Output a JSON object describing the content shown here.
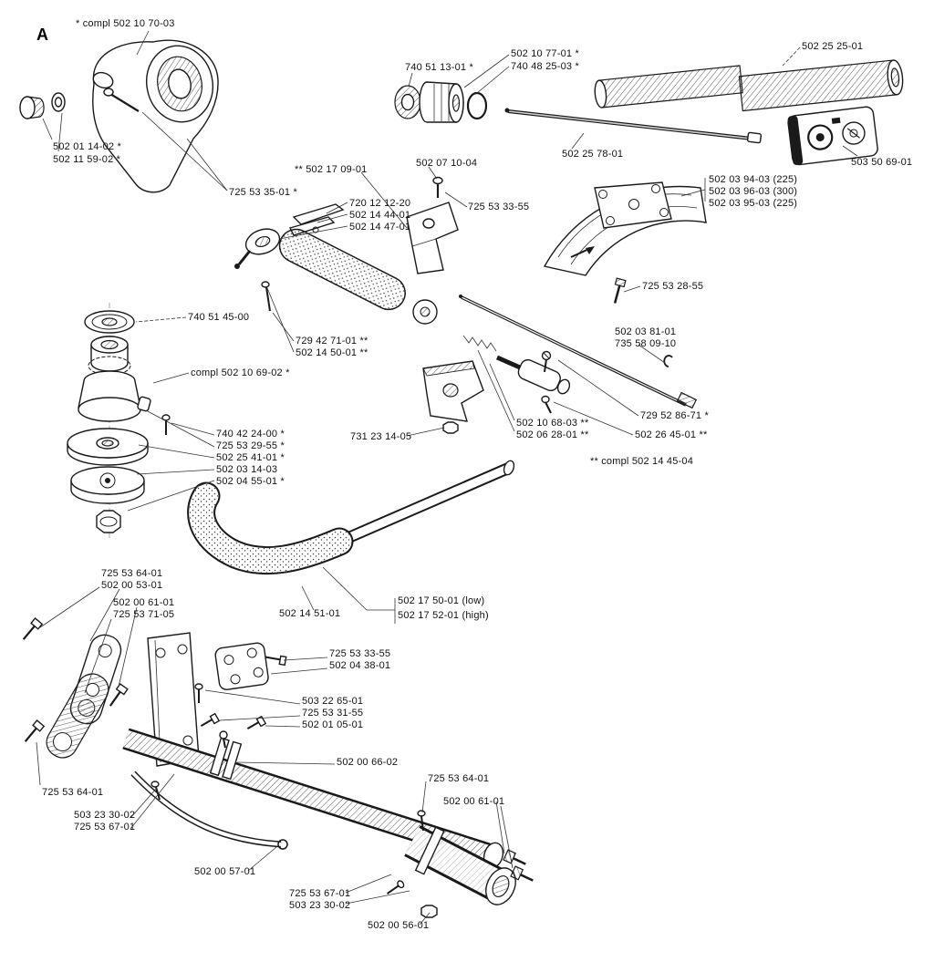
{
  "figure": {
    "section_letter": "A",
    "type": "exploded-parts-diagram"
  },
  "labels": [
    {
      "text": "* compl 502 10 70-03"
    },
    {
      "text": "502 01 14-02 *"
    },
    {
      "text": "502 11 59-02 *"
    },
    {
      "text": "725 53 35-01 *"
    },
    {
      "text": "740 51 13-01 *"
    },
    {
      "text": "502 10 77-01 *"
    },
    {
      "text": "740 48 25-03 *"
    },
    {
      "text": "502 25 25-01"
    },
    {
      "text": "502 25 78-01"
    },
    {
      "text": "503 50 69-01"
    },
    {
      "text": "** 502 17 09-01"
    },
    {
      "text": "502 07 10-04"
    },
    {
      "text": "720 12 12-20"
    },
    {
      "text": "502 14 44-01"
    },
    {
      "text": "502 14 47-01"
    },
    {
      "text": "725 53 33-55"
    },
    {
      "text": "502 03 94-03 (225)"
    },
    {
      "text": "502 03 96-03 (300)"
    },
    {
      "text": "502 03 95-03 (225)"
    },
    {
      "text": "725 53 28-55"
    },
    {
      "text": "740 51 45-00"
    },
    {
      "text": "compl 502 10 69-02 *"
    },
    {
      "text": "729 42 71-01 **"
    },
    {
      "text": "502 14 50-01 **"
    },
    {
      "text": "502 03 81-01"
    },
    {
      "text": "735 58 09-10"
    },
    {
      "text": "729 52 86-71 *"
    },
    {
      "text": "740 42 24-00 *"
    },
    {
      "text": "725 53 29-55 *"
    },
    {
      "text": "502 25 41-01 *"
    },
    {
      "text": "502 03 14-03"
    },
    {
      "text": "502 04 55-01 *"
    },
    {
      "text": "731 23 14-05"
    },
    {
      "text": "502 10 68-03 **"
    },
    {
      "text": "502 06 28-01 **"
    },
    {
      "text": "502 26 45-01 **"
    },
    {
      "text": "** compl 502 14 45-04"
    },
    {
      "text": "725 53 64-01"
    },
    {
      "text": "502 00 53-01"
    },
    {
      "text": "502 00 61-01"
    },
    {
      "text": "725 53 71-05"
    },
    {
      "text": "502 14 51-01"
    },
    {
      "text": "502 17 50-01 (low)"
    },
    {
      "text": "502 17 52-01 (high)"
    },
    {
      "text": "725 53 33-55"
    },
    {
      "text": "502 04 38-01"
    },
    {
      "text": "503 22 65-01"
    },
    {
      "text": "725 53 31-55"
    },
    {
      "text": "502 01 05-01"
    },
    {
      "text": "502 00 66-02"
    },
    {
      "text": "725 53 64-01"
    },
    {
      "text": "502 00 61-01"
    },
    {
      "text": "725 53 64-01"
    },
    {
      "text": "503 23 30-02"
    },
    {
      "text": "725 53 67-01"
    },
    {
      "text": "502 00 57-01"
    },
    {
      "text": "725 53 67-01"
    },
    {
      "text": "503 23 30-02"
    },
    {
      "text": "502 00 56-01"
    }
  ]
}
